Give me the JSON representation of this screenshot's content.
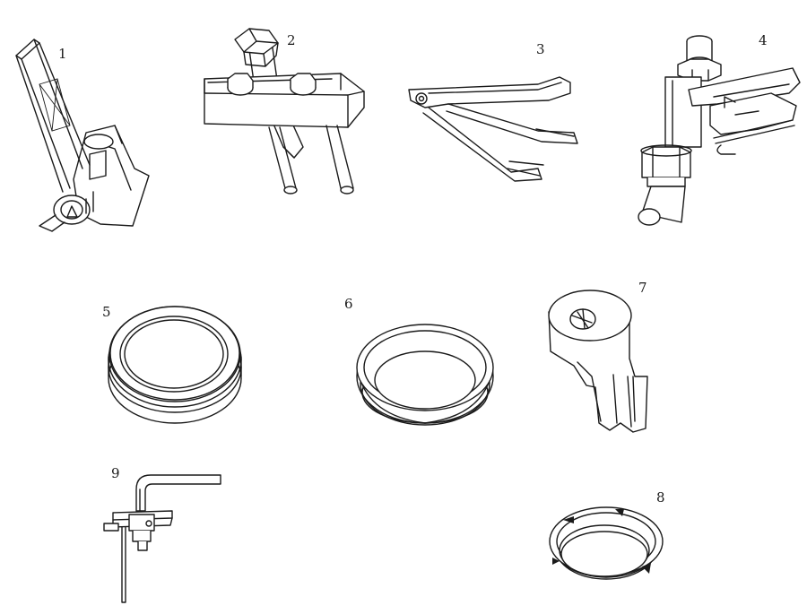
{
  "figure": {
    "background": "#ffffff",
    "ink": "#1a1a1a",
    "tools": [
      {
        "number": "1"
      },
      {
        "number": "2"
      },
      {
        "number": "3"
      },
      {
        "number": "4"
      },
      {
        "number": "5"
      },
      {
        "number": "6"
      },
      {
        "number": "7"
      },
      {
        "number": "8"
      },
      {
        "number": "9"
      }
    ]
  }
}
